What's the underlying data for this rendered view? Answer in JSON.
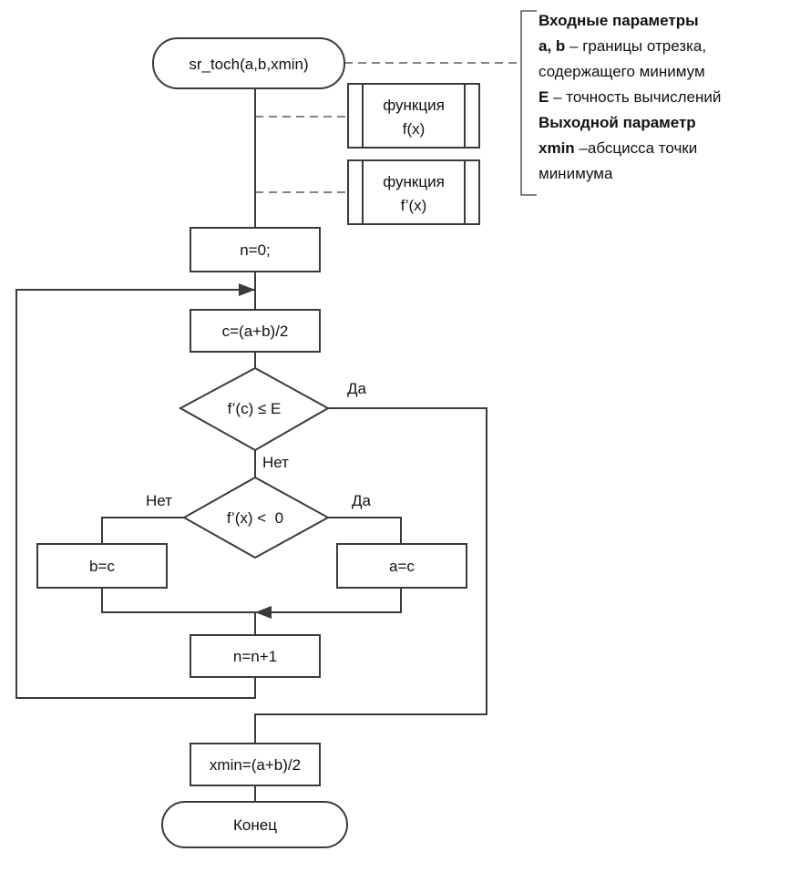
{
  "start": "sr_toch(a,b,xmin)",
  "end": "Конец",
  "subprocesses": [
    {
      "line1": "функция",
      "line2": "f(x)"
    },
    {
      "line1": "функция",
      "line2": "f’(x)"
    }
  ],
  "blocks": {
    "init": "n=0;",
    "mid": "c=(a+b)/2",
    "b_assign": "b=c",
    "a_assign": "a=c",
    "inc": "n=n+1",
    "result": "xmin=(a+b)/2"
  },
  "decisions": {
    "d1": {
      "text": "f’(c) ≤ E",
      "yes": "Да",
      "no": "Нет"
    },
    "d2": {
      "text": "f’(x) <  0",
      "yes": "Да",
      "no": "Нет"
    }
  },
  "comment": {
    "l1_bold": "Входные параметры",
    "l2_bold": "a, b",
    "l2_rest": " – границы отрезка,",
    "l3": "содержащего минимум",
    "l4_bold": "E",
    "l4_rest": " – точность вычислений",
    "l5_bold": "Выходной параметр",
    "l6_bold": "xmin",
    "l6_rest": " –абсцисса точки",
    "l7": "минимума"
  }
}
